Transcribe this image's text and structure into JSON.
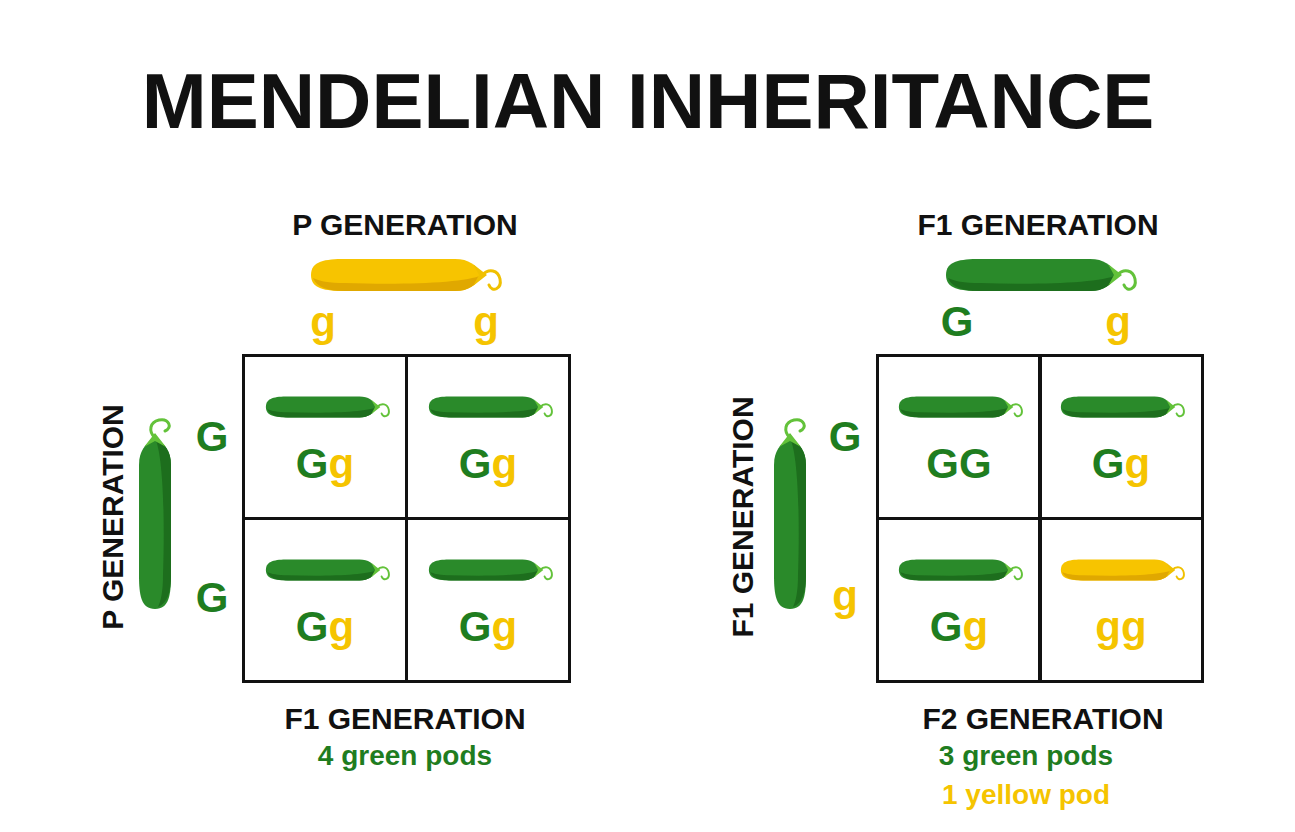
{
  "diagram": {
    "title": "MENDELIAN INHERITANCE",
    "nodes": [
      {
        "text": [
          "Gg"
        ]
      },
      {
        "text": [
          "Gg"
        ]
      },
      {
        "text": [
          "Gg"
        ]
      },
      {
        "text": [
          "Gg"
        ]
      },
      {
        "text": [
          "GG"
        ]
      },
      {
        "text": [
          "Gg"
        ]
      },
      {
        "text": [
          "Gg"
        ]
      },
      {
        "text": [
          "gg"
        ]
      }
    ],
    "labels": [
      "P GENERATION",
      "g",
      "g",
      "P GENERATION",
      "G",
      "G",
      "F1 GENERATION",
      "4 green pods",
      "F1 GENERATION",
      "G",
      "g",
      "F1 GENERATION",
      "G",
      "g",
      "F2 GENERATION",
      "3 green pods",
      "1 yellow pod"
    ]
  }
}
